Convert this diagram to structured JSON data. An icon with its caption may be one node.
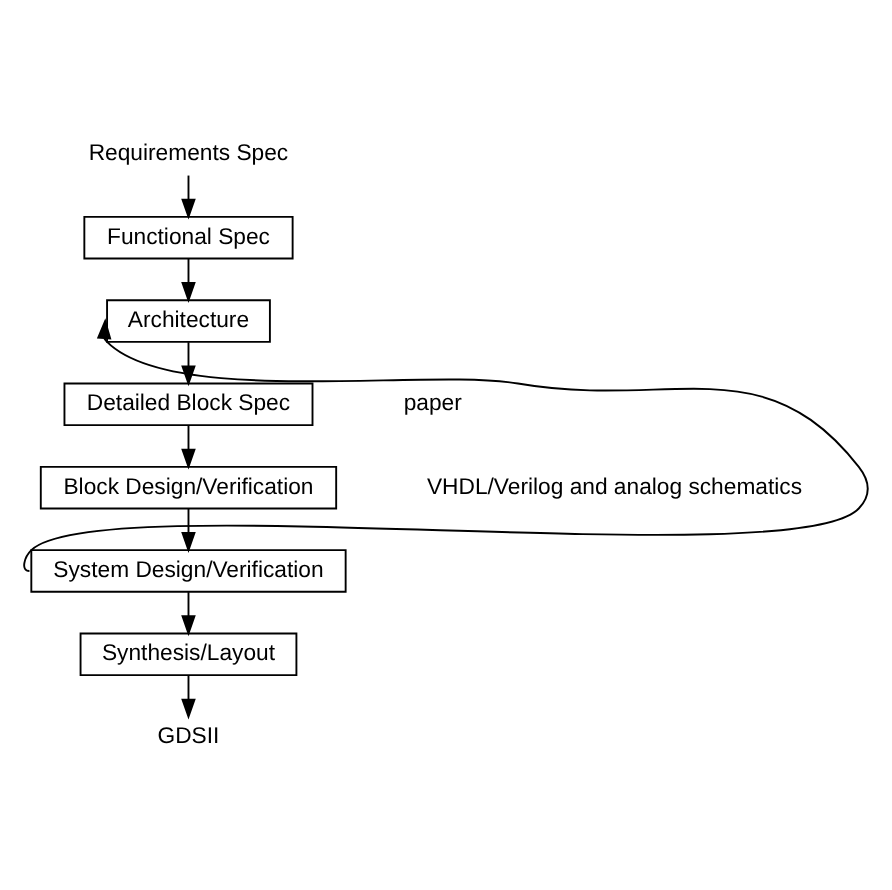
{
  "diagram": {
    "nodes": [
      {
        "text": [
          "Requirements Spec"
        ]
      },
      {
        "text": [
          "Functional Spec"
        ]
      },
      {
        "text": [
          "Architecture"
        ]
      },
      {
        "text": [
          "Detailed Block Spec"
        ]
      },
      {
        "text": [
          "Block Design/Verification"
        ]
      },
      {
        "text": [
          "System Design/Verification"
        ]
      },
      {
        "text": [
          "Synthesis/Layout"
        ]
      },
      {
        "text": [
          "GDSII"
        ]
      }
    ],
    "edges": [
      {
        "from": 0,
        "to": 1,
        "arrow": "to"
      },
      {
        "from": 1,
        "to": 2,
        "arrow": "to"
      },
      {
        "from": 2,
        "to": 3,
        "arrow": "to"
      },
      {
        "from": 3,
        "to": 4,
        "arrow": "to"
      },
      {
        "from": 4,
        "to": 5,
        "arrow": "to"
      },
      {
        "from": 5,
        "to": 2,
        "arrow": "to"
      },
      {
        "from": 5,
        "to": 6,
        "arrow": "to"
      },
      {
        "from": 6,
        "to": 7,
        "arrow": "to"
      }
    ],
    "labels": [
      "paper",
      "VHDL/Verilog and analog schematics"
    ]
  }
}
